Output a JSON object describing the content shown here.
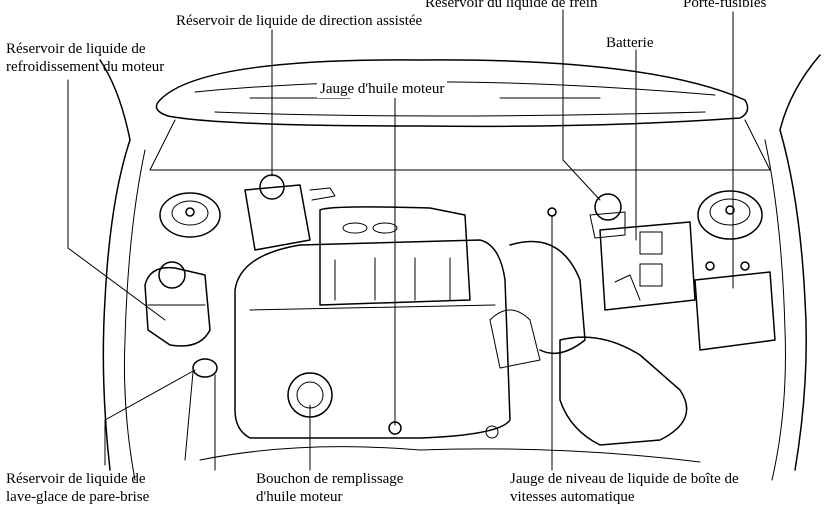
{
  "labels": {
    "brake_fluid": "Réservoir du liquide de frein",
    "fuse_box": "Porte-fusibles",
    "power_steering": "Réservoir de liquide de direction assistée",
    "coolant_line1": "Réservoir de liquide de",
    "coolant_line2": "refroidissement du moteur",
    "battery": "Batterie",
    "oil_dipstick": "Jauge d'huile moteur",
    "washer_line1": "Réservoir de liquide de",
    "washer_line2": "lave-glace de pare-brise",
    "oil_cap_line1": "Bouchon de remplissage",
    "oil_cap_line2": "d'huile moteur",
    "atf_line1": "Jauge de niveau de liquide de boîte de",
    "atf_line2": "vitesses automatique"
  },
  "colors": {
    "ink": "#000000",
    "paper": "#ffffff"
  }
}
